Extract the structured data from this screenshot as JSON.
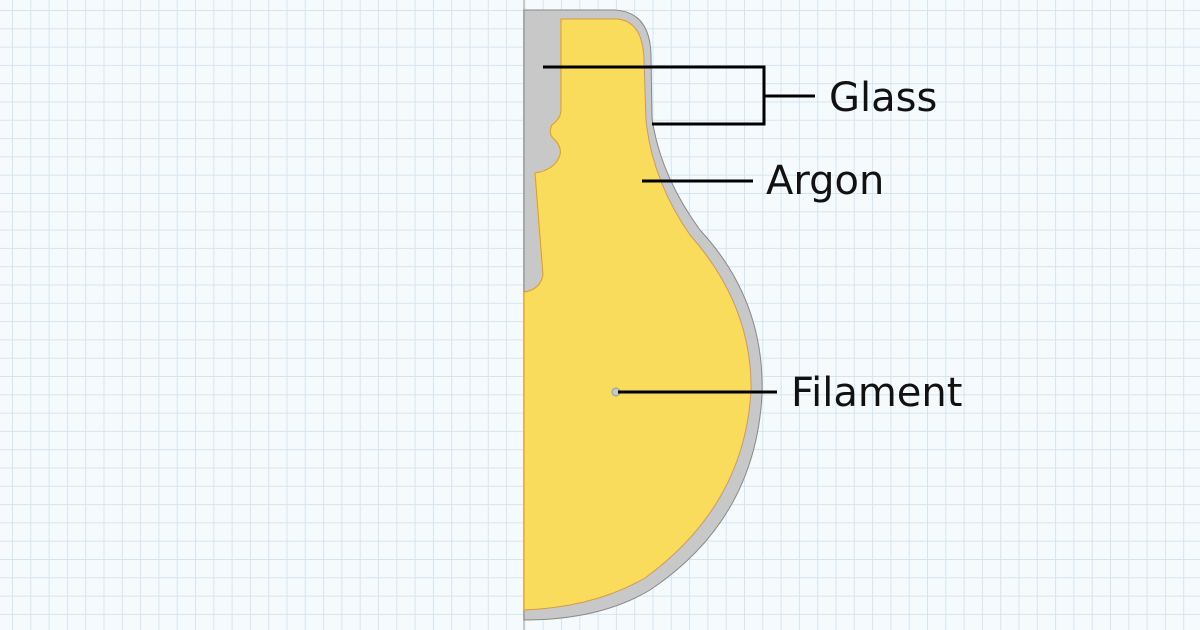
{
  "labels": {
    "glass": "Glass",
    "argon": "Argon",
    "filament": "Filament"
  },
  "colors": {
    "glass": "#c8c8c8",
    "argon": "#f9dc5c",
    "grid": "#d4e5f2",
    "background": "#f5fafd"
  }
}
